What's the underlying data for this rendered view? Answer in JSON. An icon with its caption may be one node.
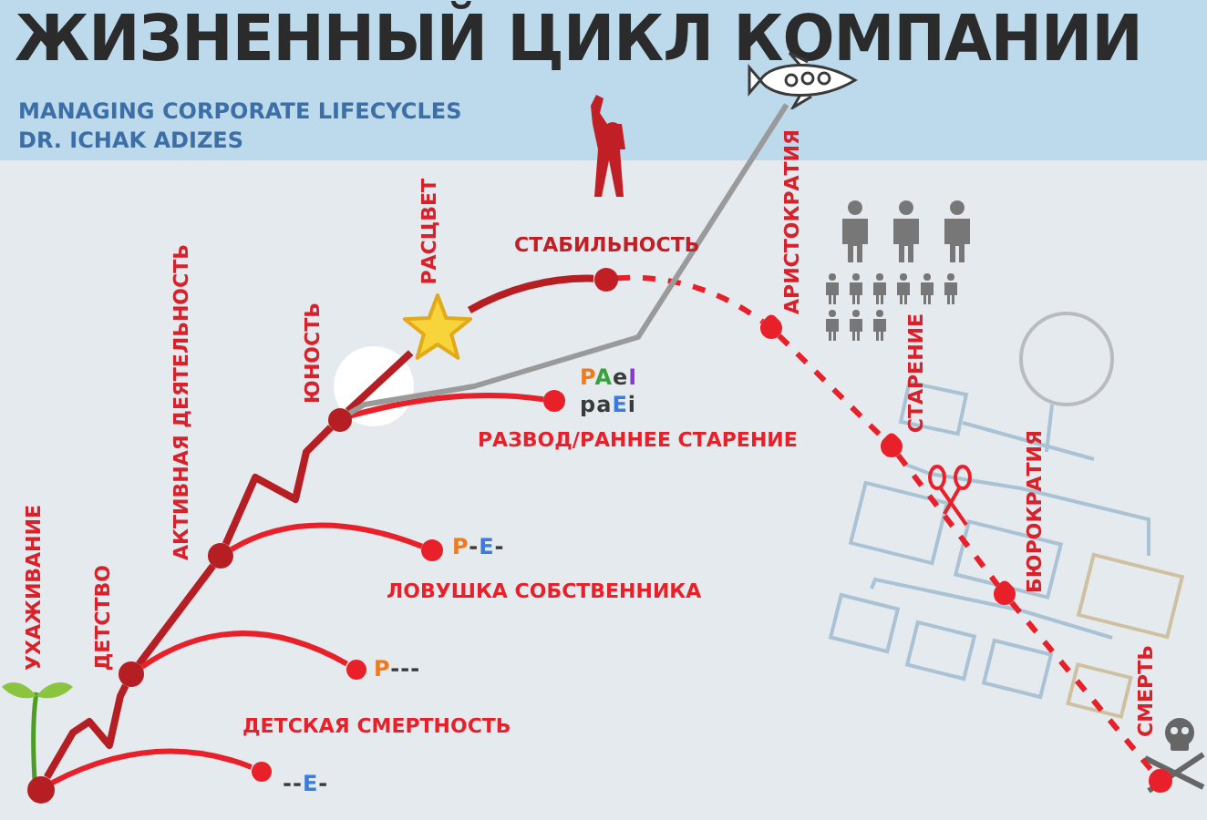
{
  "diagram": {
    "title": "ЖИЗНЕННЫЙ ЦИКЛ КОМПАНИИ",
    "nodes": [
      {
        "text": [],
        "shape": "circle"
      },
      {
        "text": [],
        "shape": "circle",
        "beside": [
          "ДЕТСТВО"
        ]
      },
      {
        "text": [],
        "shape": "circle",
        "beside": [
          "АКТИВНАЯ ДЕЯТЕЛЬНОСТЬ"
        ]
      },
      {
        "text": [],
        "shape": "circle",
        "beside": [
          "ЮНОСТЬ"
        ]
      },
      {
        "text": [],
        "shape": "star",
        "beside": [
          "РАСЦВЕТ"
        ]
      },
      {
        "text": [],
        "shape": "circle",
        "beside": [
          "СТАБИЛЬНОСТЬ"
        ]
      },
      {
        "text": [],
        "shape": "diamond",
        "beside": [
          "АРИСТОКРАТИЯ"
        ]
      },
      {
        "text": [],
        "shape": "diamond",
        "beside": [
          "СТАРЕНИЕ"
        ]
      },
      {
        "text": [],
        "shape": "diamond",
        "beside": [
          "БЮРОКРАТИЯ"
        ]
      },
      {
        "text": [],
        "shape": "circle",
        "beside": [
          "СМЕРТЬ"
        ]
      },
      {
        "text": [],
        "shape": "circle",
        "beside": [
          "--E-"
        ]
      },
      {
        "text": [],
        "shape": "circle",
        "beside": [
          "P---"
        ]
      },
      {
        "text": [],
        "shape": "circle",
        "beside": [
          "P-E-",
          "ЛОВУШКА СОБСТВЕННИКА"
        ]
      },
      {
        "text": [],
        "shape": "circle",
        "beside": [
          "PAeI",
          "paEi",
          "РАЗВОД/РАННЕЕ СТАРЕНИЕ"
        ]
      },
      {
        "text": [],
        "shape": "picture"
      }
    ],
    "edges": [
      {
        "from": 0,
        "to": 1,
        "arrow": "none"
      },
      {
        "from": 1,
        "to": 2,
        "arrow": "none"
      },
      {
        "from": 2,
        "to": 3,
        "arrow": "none"
      },
      {
        "from": 3,
        "to": 4,
        "arrow": "none"
      },
      {
        "from": 4,
        "to": 5,
        "arrow": "none"
      },
      {
        "from": 5,
        "to": 6,
        "arrow": "none",
        "style": "dashed",
        "color": "#e8202a"
      },
      {
        "from": 6,
        "to": 7,
        "arrow": "none",
        "style": "dashed",
        "color": "#e8202a"
      },
      {
        "from": 7,
        "to": 8,
        "arrow": "none",
        "style": "dashed",
        "color": "#e8202a"
      },
      {
        "from": 8,
        "to": 9,
        "arrow": "none",
        "style": "dashed",
        "color": "#e8202a"
      },
      {
        "from": 0,
        "to": 10,
        "arrow": "none",
        "color": "#e8202a"
      },
      {
        "from": 1,
        "to": 11,
        "arrow": "none",
        "color": "#e8202a"
      },
      {
        "from": 2,
        "to": 12,
        "arrow": "none",
        "color": "#e8202a"
      },
      {
        "from": 3,
        "to": 13,
        "arrow": "none",
        "color": "#e8202a"
      },
      {
        "from": 3,
        "to": 14,
        "arrow": "none",
        "color": "#9a9a9a"
      }
    ],
    "labels": [
      "MANAGING CORPORATE LIFECYCLES",
      "DR. ICHAK ADIZES",
      "УХАЖИВАНИЕ",
      "ДЕТСКАЯ СМЕРТНОСТЬ"
    ]
  }
}
